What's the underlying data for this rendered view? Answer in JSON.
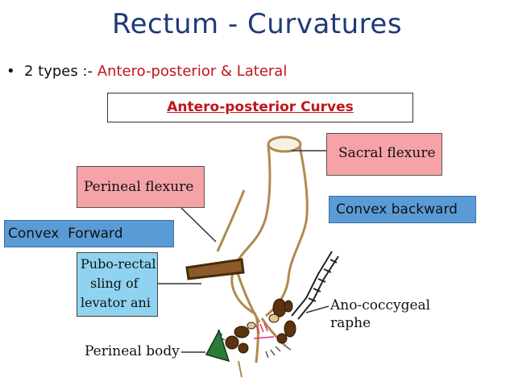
{
  "title": "Rectum - Curvatures",
  "bullet": {
    "prefix": "2 types :- ",
    "highlight": "Antero-posterior & Lateral"
  },
  "ap_heading": "Antero-posterior Curves",
  "labels": {
    "sacral_flexure": "Sacral flexure",
    "perineal_flexure": "Perineal flexure",
    "convex_backward": "Convex backward",
    "convex_forward": "Convex  Forward",
    "pubo_rectal_1": "Pubo-rectal",
    "pubo_rectal_2": "sling of",
    "pubo_rectal_3": "levator ani",
    "ano_coccygeal_1": "Ano-coccygeal",
    "ano_coccygeal_2": "raphe",
    "perineal_body": "Perineal body"
  },
  "colors": {
    "title": "#1f3a78",
    "highlight_red": "#c0151b",
    "pink_box": "#f5a3a6",
    "blue_box": "#5b9bd5",
    "light_blue_box": "#8fd3f0",
    "muscle_dark": "#4a2a0e",
    "tan": "#b08a4f",
    "green": "#2e7a3a"
  }
}
